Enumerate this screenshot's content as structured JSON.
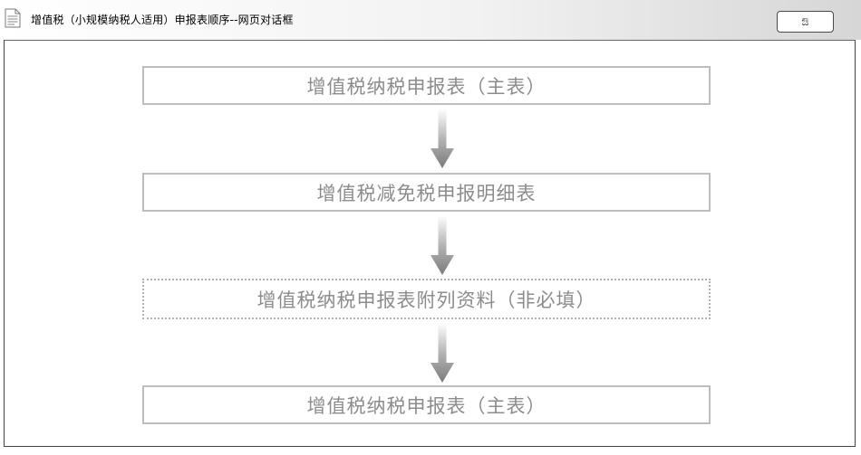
{
  "window": {
    "title": "增值税（小规模纳税人适用）申报表顺序--网页对话框",
    "close_label": "ಔ"
  },
  "flow": {
    "steps": [
      {
        "label": "增值税纳税申报表（主表）",
        "optional": false
      },
      {
        "label": "增值税减免税申报明细表",
        "optional": false
      },
      {
        "label": "增值税纳税申报表附列资料（非必填）",
        "optional": true
      },
      {
        "label": "增值税纳税申报表（主表）",
        "optional": false
      }
    ]
  },
  "colors": {
    "box_border": "#bdbdbd",
    "box_text": "#8c8c8c",
    "arrow": "#8a8a8a"
  }
}
